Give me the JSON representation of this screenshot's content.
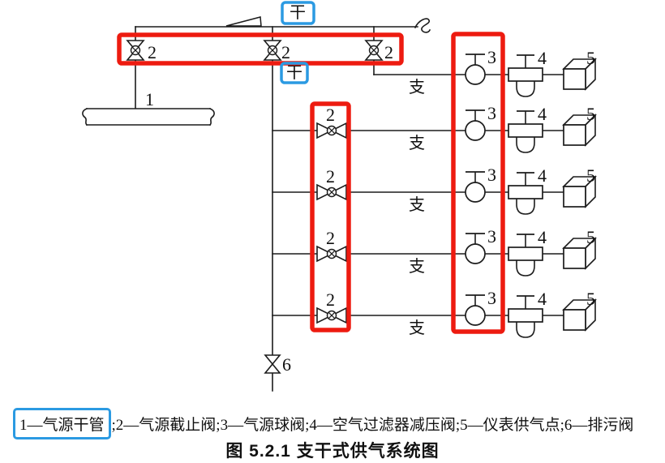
{
  "colors": {
    "highlight_red": "#ed1b10",
    "highlight_blue": "#2b9ae2",
    "line": "#1c1c1c"
  },
  "annotations": {
    "trunk": "干",
    "branch": "支"
  },
  "callouts": {
    "c1": "1",
    "c2": "2",
    "c3": "3",
    "c4": "4",
    "c5": "5",
    "c6": "6"
  },
  "legend": {
    "boxed_item": "1—气源干管",
    "rest": ";2—气源截止阀;3—气源球阀;4—空气过滤器减压阀;5—仪表供气点;6—排污阀",
    "items": [
      {
        "num": "1",
        "name": "气源干管"
      },
      {
        "num": "2",
        "name": "气源截止阀"
      },
      {
        "num": "3",
        "name": "气源球阀"
      },
      {
        "num": "4",
        "name": "空气过滤器减压阀"
      },
      {
        "num": "5",
        "name": "仪表供气点"
      },
      {
        "num": "6",
        "name": "排污阀"
      }
    ]
  },
  "caption": "图 5.2.1  支干式供气系统图"
}
